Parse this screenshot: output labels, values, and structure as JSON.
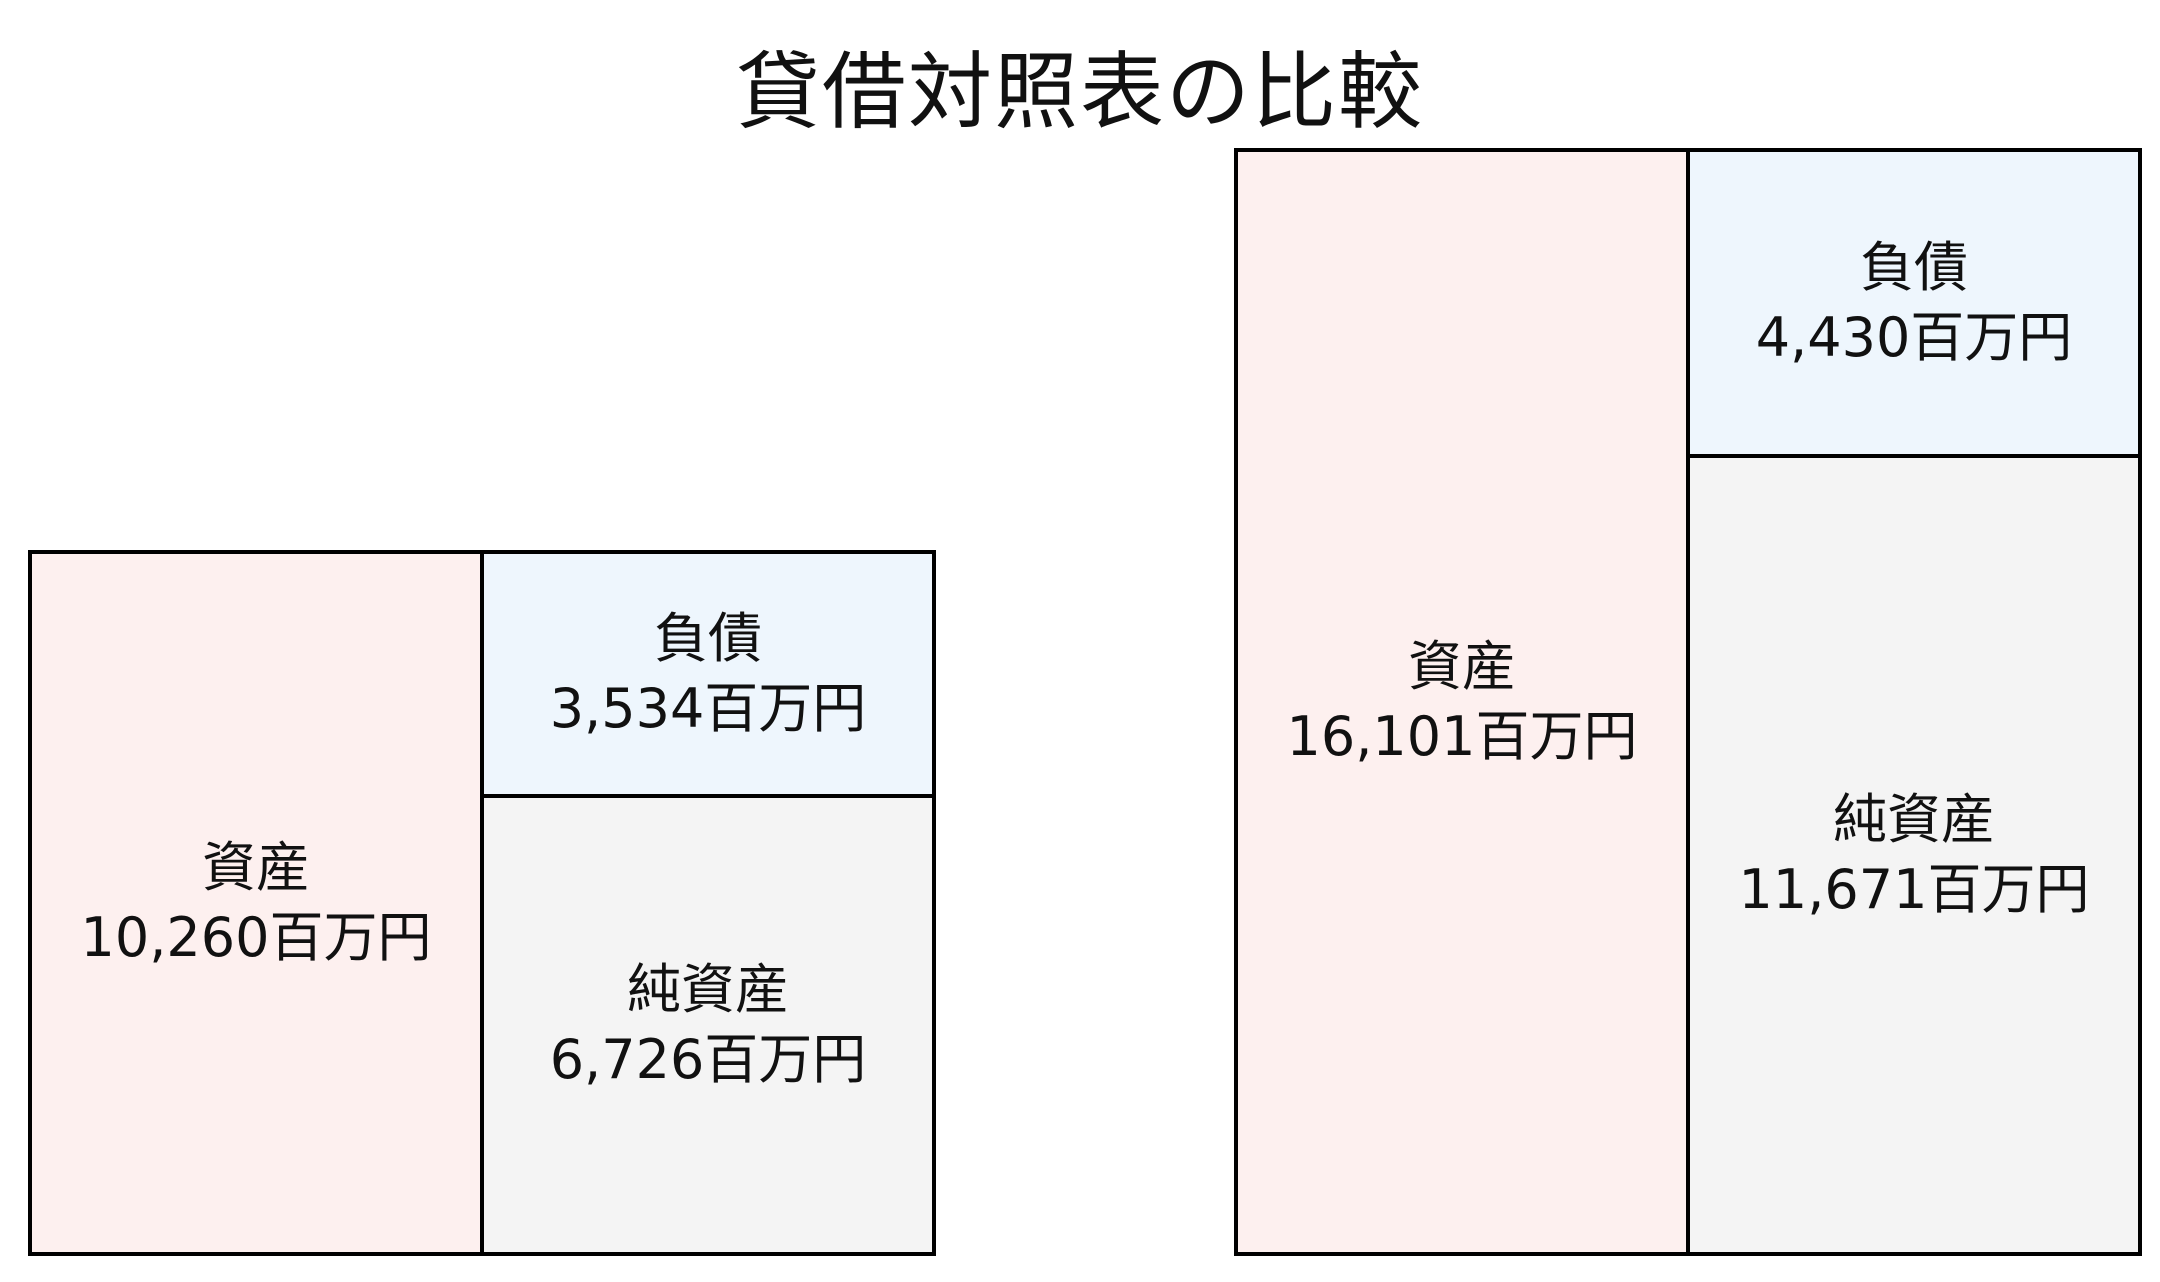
{
  "title": "貸借対照表の比較",
  "colors": {
    "assets": "#fdf0ef",
    "liabilities": "#eef6fd",
    "net_assets": "#f4f4f4",
    "border": "#000000"
  },
  "sheets": [
    {
      "assets": {
        "label": "資産",
        "value": "10,260百万円",
        "amount": 10260
      },
      "liabilities": {
        "label": "負債",
        "value": "3,534百万円",
        "amount": 3534
      },
      "net_assets": {
        "label": "純資産",
        "value": "6,726百万円",
        "amount": 6726
      }
    },
    {
      "assets": {
        "label": "資産",
        "value": "16,101百万円",
        "amount": 16101
      },
      "liabilities": {
        "label": "負債",
        "value": "4,430百万円",
        "amount": 4430
      },
      "net_assets": {
        "label": "純資産",
        "value": "11,671百万円",
        "amount": 11671
      }
    }
  ]
}
